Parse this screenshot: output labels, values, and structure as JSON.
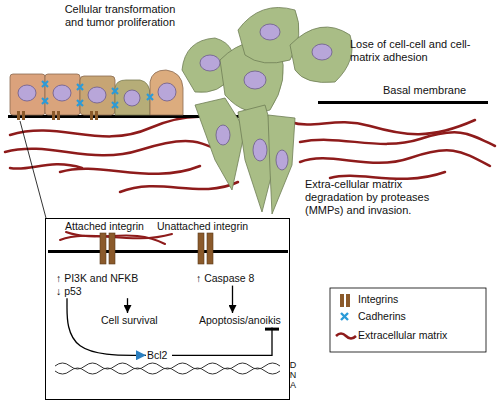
{
  "diagram": {
    "nodes": [
      {
        "text": [
          "Attached integrin",
          "Unattached integrin"
        ]
      },
      {
        "text": [
          "↑ PI3K and NFKB",
          "↓ p53"
        ],
        "in": 0
      },
      {
        "text": [
          "↑ Caspase 8"
        ],
        "in": 0
      },
      {
        "text": [
          "Cell survival"
        ],
        "in": 0
      },
      {
        "text": [
          "Apoptosis/anoikis"
        ],
        "in": 0
      },
      {
        "text": [
          "Bcl2"
        ],
        "in": 0
      }
    ],
    "edges": [
      {
        "from": 1,
        "to": 3,
        "arrow": "to"
      },
      {
        "from": 1,
        "to": 5,
        "arrow": "to"
      },
      {
        "from": 2,
        "to": 4,
        "arrow": "to"
      },
      {
        "from": 5,
        "to": 4,
        "arrow": "to"
      }
    ],
    "labels": [
      "Cellular transformation and tumor proliferation",
      "Lose of cell-cell and cell-matrix adhesion",
      "Basal membrane",
      "Extra-cellular matrix degradation by proteases (MMPs) and invasion.",
      "DNA"
    ],
    "legend": [
      {
        "text": "Integrins"
      },
      {
        "text": "Cadherins"
      },
      {
        "text": "Extracellular matrix"
      }
    ]
  }
}
